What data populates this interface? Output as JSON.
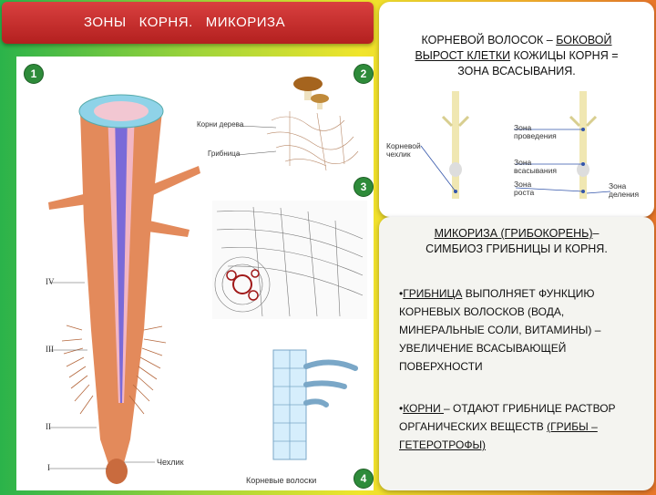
{
  "title": "ЗОНЫ   КОРНЯ.   МИКОРИЗА",
  "left_figure": {
    "badges": [
      "1",
      "2",
      "3",
      "4"
    ],
    "labels": {
      "root_label": "Корни дерева",
      "mycelium_label": "Грибница",
      "cap_label": "Чехлик",
      "hairs_label": "Корневые волоски"
    },
    "roman": [
      "IV",
      "III",
      "II",
      "I"
    ]
  },
  "top_card": {
    "line1_pre": "КОРНЕВОЙ ВОЛОСОК – ",
    "line1_u": "БОКОВОЙ",
    "line2_u": "ВЫРОСТ КЛЕТКИ",
    "line2_post": " КОЖИЦЫ КОРНЯ =",
    "line3": "ЗОНА ВСАСЫВАНИЯ.",
    "diagram_labels": {
      "cap": "Корневой\nчехлик",
      "conduction": "Зона\nпроведения",
      "absorption": "Зона\nвсасывания",
      "growth": "Зона\nроста",
      "division": "Зона\nделения"
    }
  },
  "bottom_card": {
    "heading_u": "МИКОРИЗА (ГРИБОКОРЕНЬ)",
    "heading_post": "–",
    "heading2": "СИМБИОЗ ГРИБНИЦЫ И КОРНЯ.",
    "p1_bullet": "•",
    "p1_u": "ГРИБНИЦА",
    "p1_rest": " ВЫПОЛНЯЕТ ФУНКЦИЮ КОРНЕВЫХ ВОЛОСКОВ (ВОДА, МИНЕРАЛЬНЫЕ СОЛИ, ВИТАМИНЫ) – УВЕЛИЧЕНИЕ ВСАСЫВАЮЩЕЙ ПОВЕРХНОСТИ",
    "p2_bullet": "•",
    "p2_u": "КОРНИ ",
    "p2_rest": "– ОТДАЮТ ГРИБНИЦЕ РАСТВОР ОРГАНИЧЕСКИХ ВЕЩЕСТВ ",
    "p2_u2": "(ГРИБЫ – ГЕТЕРОТРОФЫ)"
  },
  "colors": {
    "title_red": "#c02a28",
    "root_orange": "#e38a5b",
    "badge_green": "#2e8b3a"
  }
}
